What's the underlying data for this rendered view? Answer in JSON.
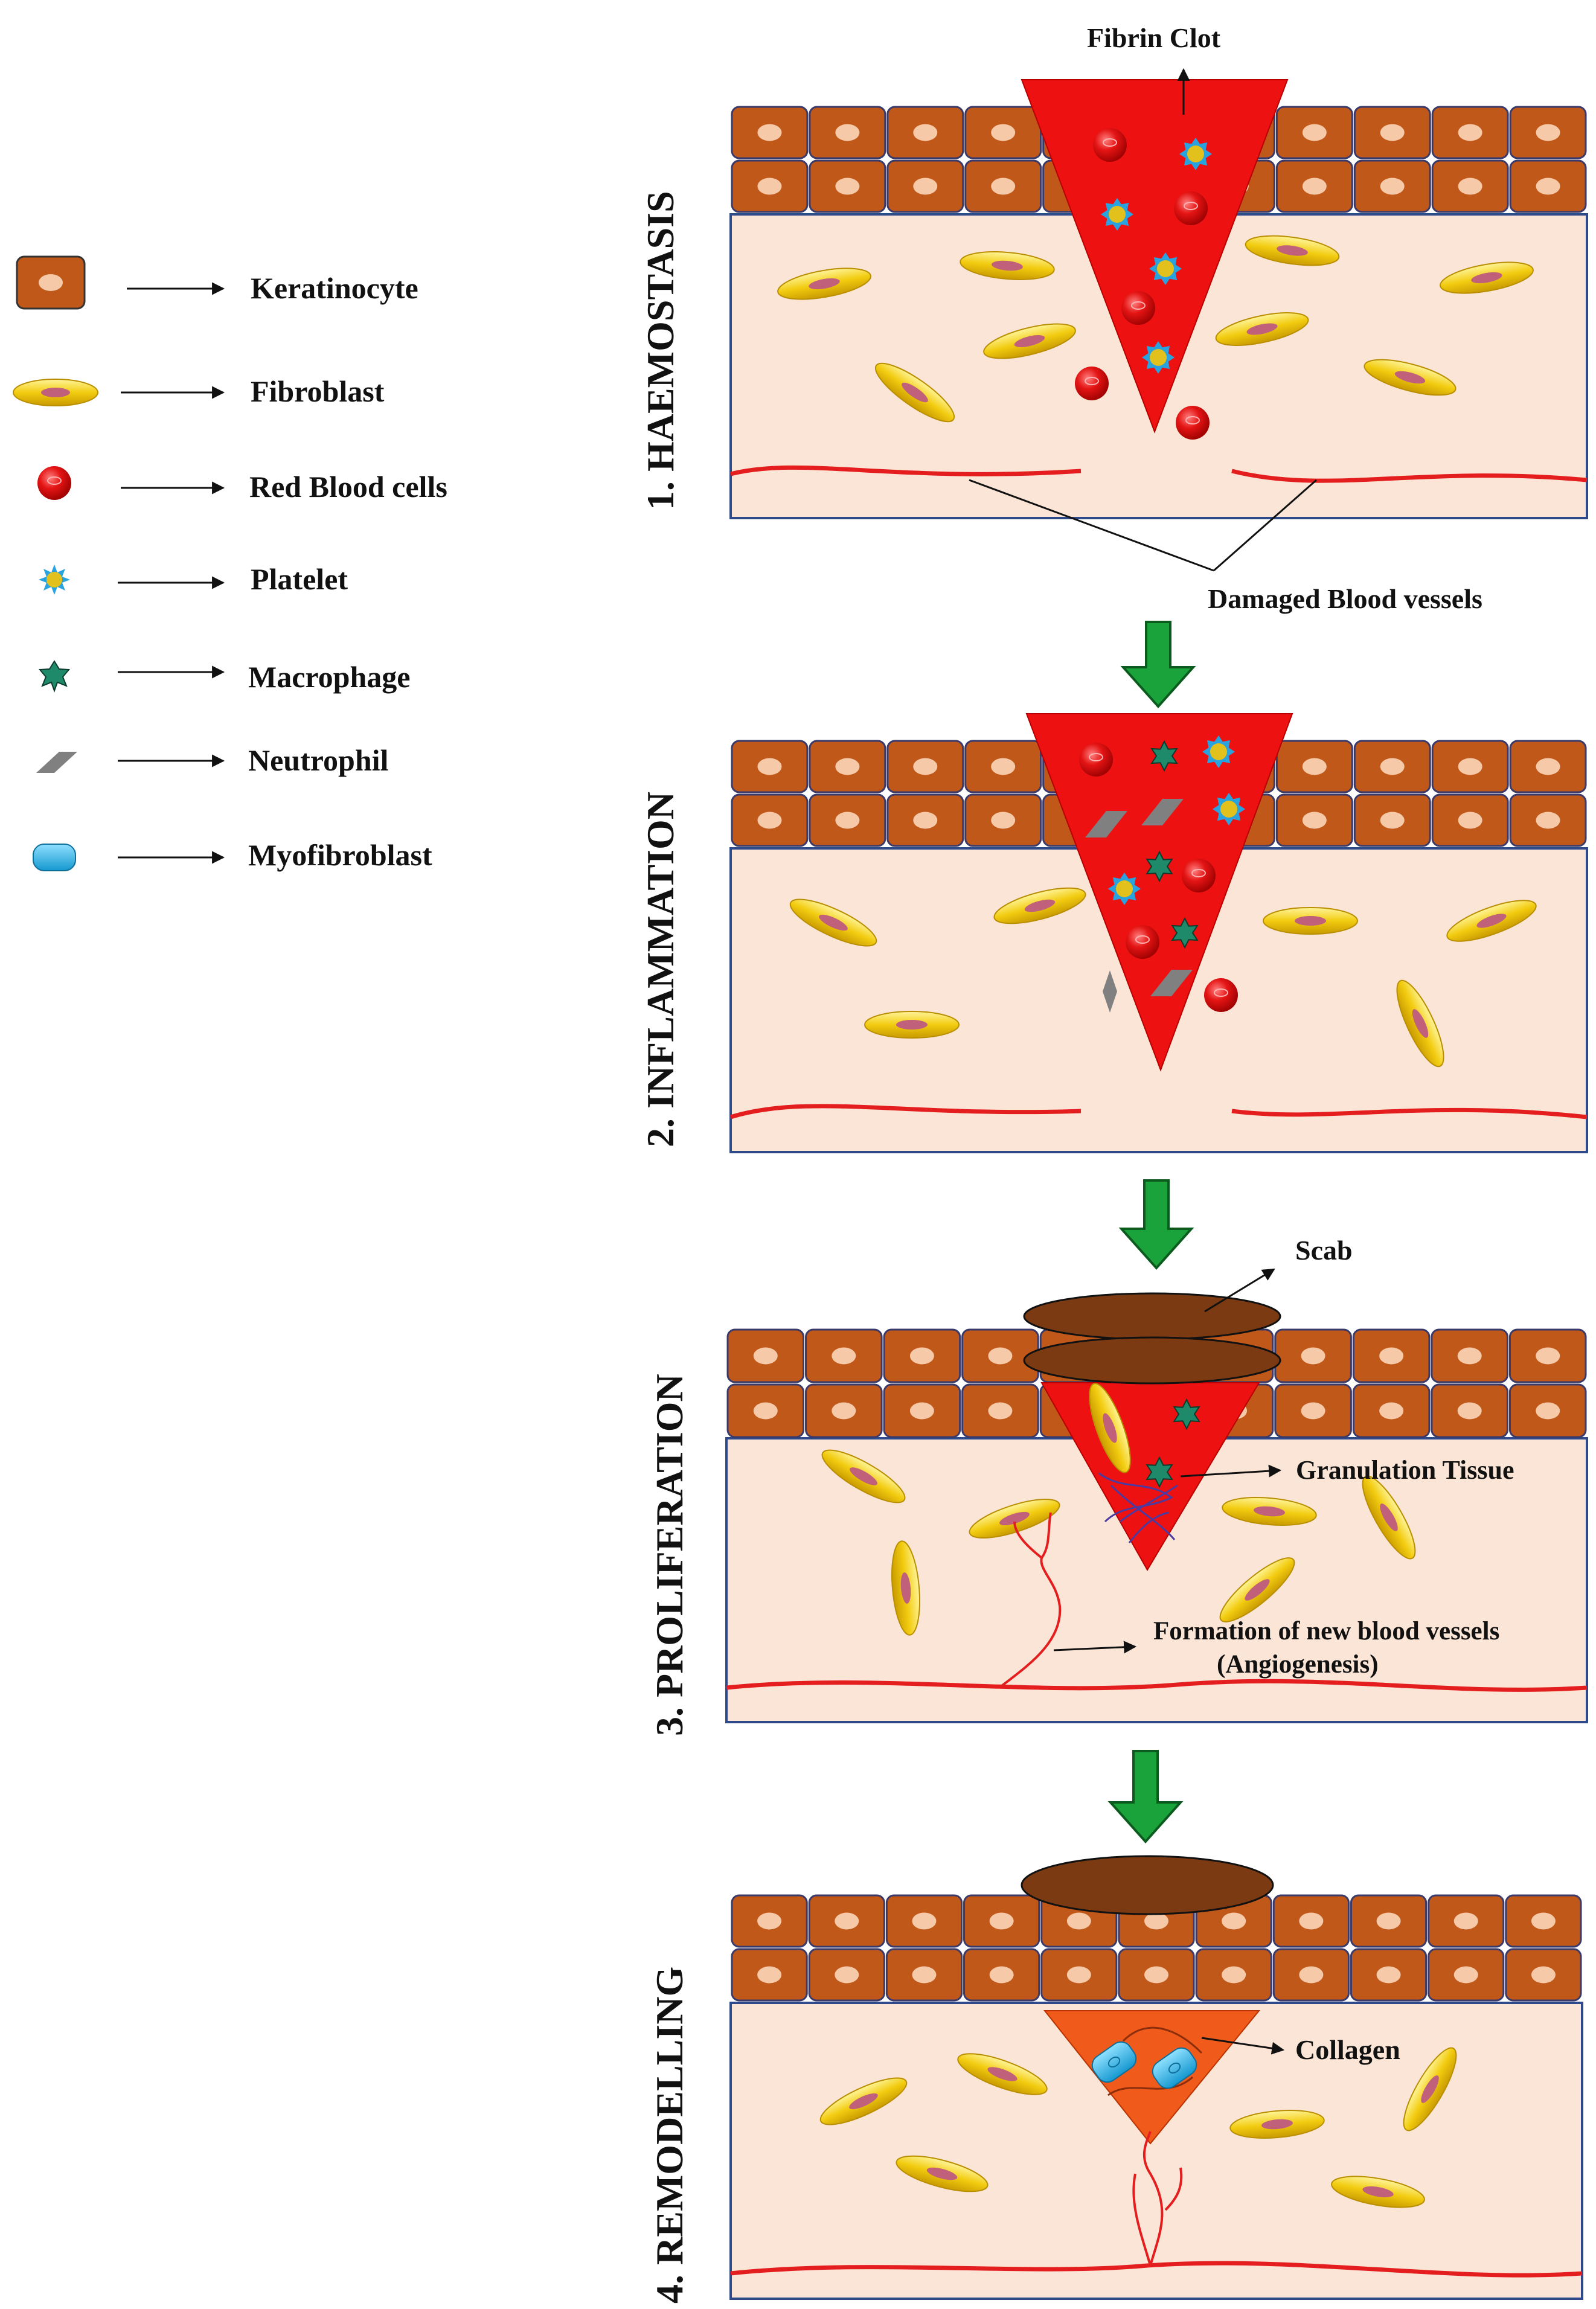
{
  "legend": {
    "items": [
      {
        "icon": "keratinocyte-icon",
        "label": "Keratinocyte"
      },
      {
        "icon": "fibroblast-icon",
        "label": "Fibroblast"
      },
      {
        "icon": "red-blood-cell-icon",
        "label": "Red Blood cells"
      },
      {
        "icon": "platelet-icon",
        "label": "Platelet"
      },
      {
        "icon": "macrophage-icon",
        "label": "Macrophage"
      },
      {
        "icon": "neutrophil-icon",
        "label": "Neutrophil"
      },
      {
        "icon": "myofibroblast-icon",
        "label": "Myofibroblast"
      }
    ]
  },
  "stages": [
    {
      "title": "1. HAEMOSTASIS",
      "annotations": {
        "top": "Fibrin Clot",
        "bottom": "Damaged Blood vessels"
      }
    },
    {
      "title": "2. INFLAMMATION"
    },
    {
      "title": "3. PROLIFERATION",
      "annotations": {
        "scab": "Scab",
        "granulation": "Granulation Tissue",
        "vessels_1": "Formation of new blood vessels",
        "vessels_2": "(Angiogenesis)"
      }
    },
    {
      "title": "4. REMODELLING",
      "annotations": {
        "collagen": "Collagen"
      }
    }
  ],
  "colors": {
    "keratinocyte": "#c0581a",
    "keratinocyte_nucleus": "#f6c9a8",
    "dermis": "#fbe5d6",
    "panel_border": "#2f4a8a",
    "clot": "#ee1111",
    "remodel_clot": "#f05a1a",
    "vessel": "#e41e1e",
    "fibroblast": "#f2cc10",
    "fibroblast_nucleus": "#c0607a",
    "platelet_outer": "#29a3e0",
    "platelet_inner": "#e2c11c",
    "macrophage": "#1f8a6a",
    "neutrophil": "#808080",
    "myofibroblast": "#25b4e8",
    "scab": "#7b3a12",
    "arrow": "#1aa33a"
  }
}
